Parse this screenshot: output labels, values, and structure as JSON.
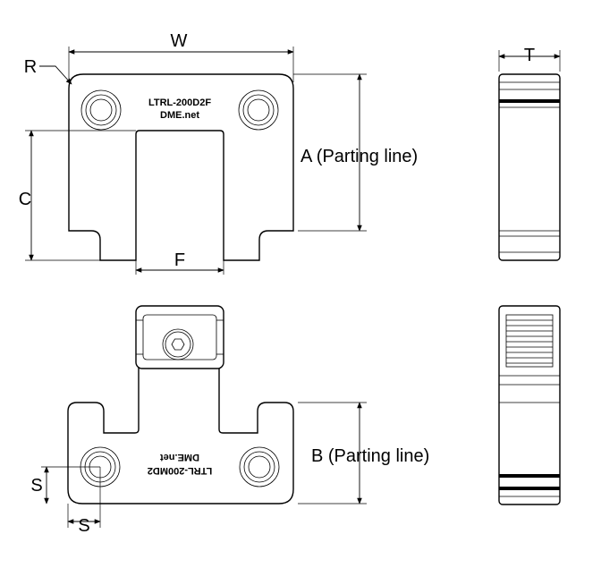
{
  "labels": {
    "w": "W",
    "r": "R",
    "t": "T",
    "a": "A (Parting line)",
    "c": "C",
    "f": "F",
    "b": "B (Parting line)",
    "s_vertical": "S",
    "s_horizontal": "S"
  },
  "stamps": {
    "top_model": "LTRL-200D2F",
    "top_brand": "DME.net",
    "bottom_model": "LTRL-200MD2",
    "bottom_brand": "DME.net"
  }
}
